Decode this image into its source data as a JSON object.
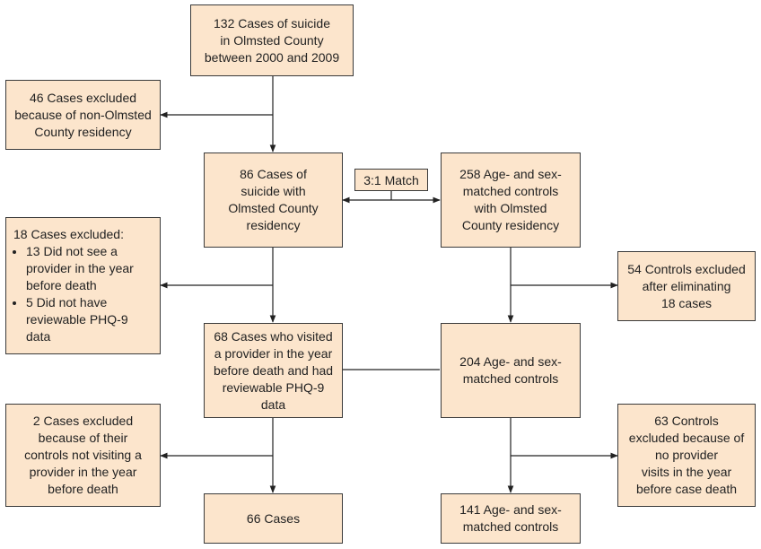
{
  "colors": {
    "box_fill": "#fce5cc",
    "stroke": "#3a3a3a"
  },
  "boxes": {
    "total": "132 Cases of suicide\nin Olmsted County\nbetween 2000 and 2009",
    "excl_residency": "46 Cases excluded\nbecause of non-Olmsted\nCounty residency",
    "cases_86": "86 Cases of\nsuicide with\nOlmsted County\nresidency",
    "controls_258": "258 Age- and sex-\nmatched controls\nwith Olmsted\nCounty residency",
    "excl_18": {
      "title": "18 Cases excluded:",
      "items": [
        "13 Did not see a\nprovider in the year\nbefore death",
        "5 Did not have\nreviewable PHQ-9\ndata"
      ]
    },
    "excl_54": "54 Controls excluded\nafter eliminating\n18 cases",
    "cases_68": "68 Cases who visited\na provider in the year\nbefore death and had\nreviewable PHQ-9\ndata",
    "controls_204": "204 Age- and sex-\nmatched controls",
    "excl_2": "2 Cases excluded\nbecause of their\ncontrols not visiting a\nprovider in the year\nbefore death",
    "excl_63": "63 Controls\nexcluded because of\nno provider\nvisits in the year\nbefore case death",
    "cases_66": "66 Cases",
    "controls_141": "141 Age- and sex-\nmatched controls"
  },
  "match_label": "3:1 Match"
}
